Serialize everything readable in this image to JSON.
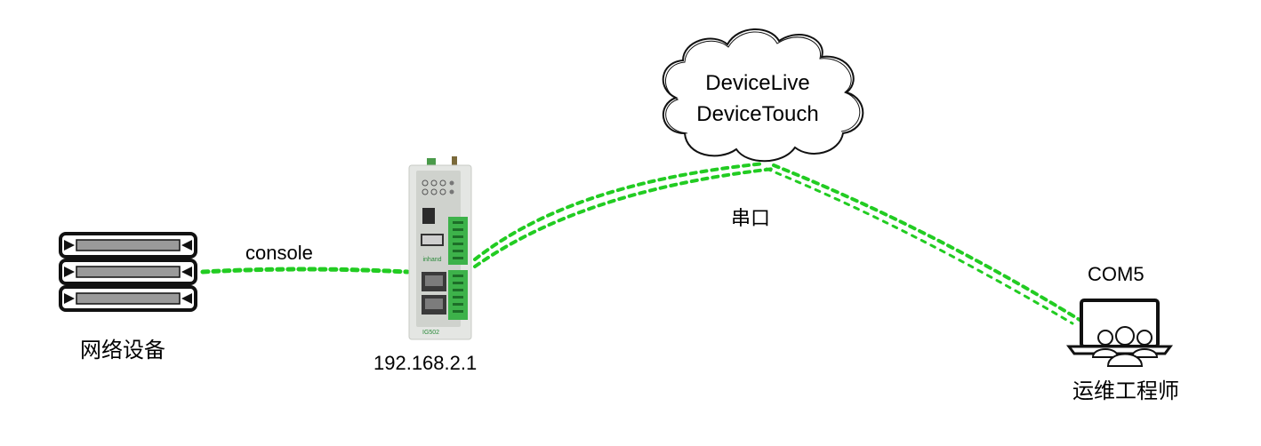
{
  "network_device": {
    "label": "网络设备",
    "icon": "server-rack-icon"
  },
  "console_link": {
    "label": "console",
    "color": "#22cc22"
  },
  "gateway": {
    "ip_label": "192.168.2.1",
    "model_label": "IG502",
    "icon": "industrial-router-icon"
  },
  "cloud": {
    "line1": "DeviceLive",
    "line2": "DeviceTouch",
    "icon": "cloud-icon"
  },
  "serial_link": {
    "label": "串口",
    "color": "#22cc22"
  },
  "engineer": {
    "port_label": "COM5",
    "label": "运维工程师",
    "icon": "laptop-users-icon"
  },
  "colors": {
    "link": "#22cc22",
    "device_green": "#3db24a",
    "device_body": "#e4e6e3"
  }
}
